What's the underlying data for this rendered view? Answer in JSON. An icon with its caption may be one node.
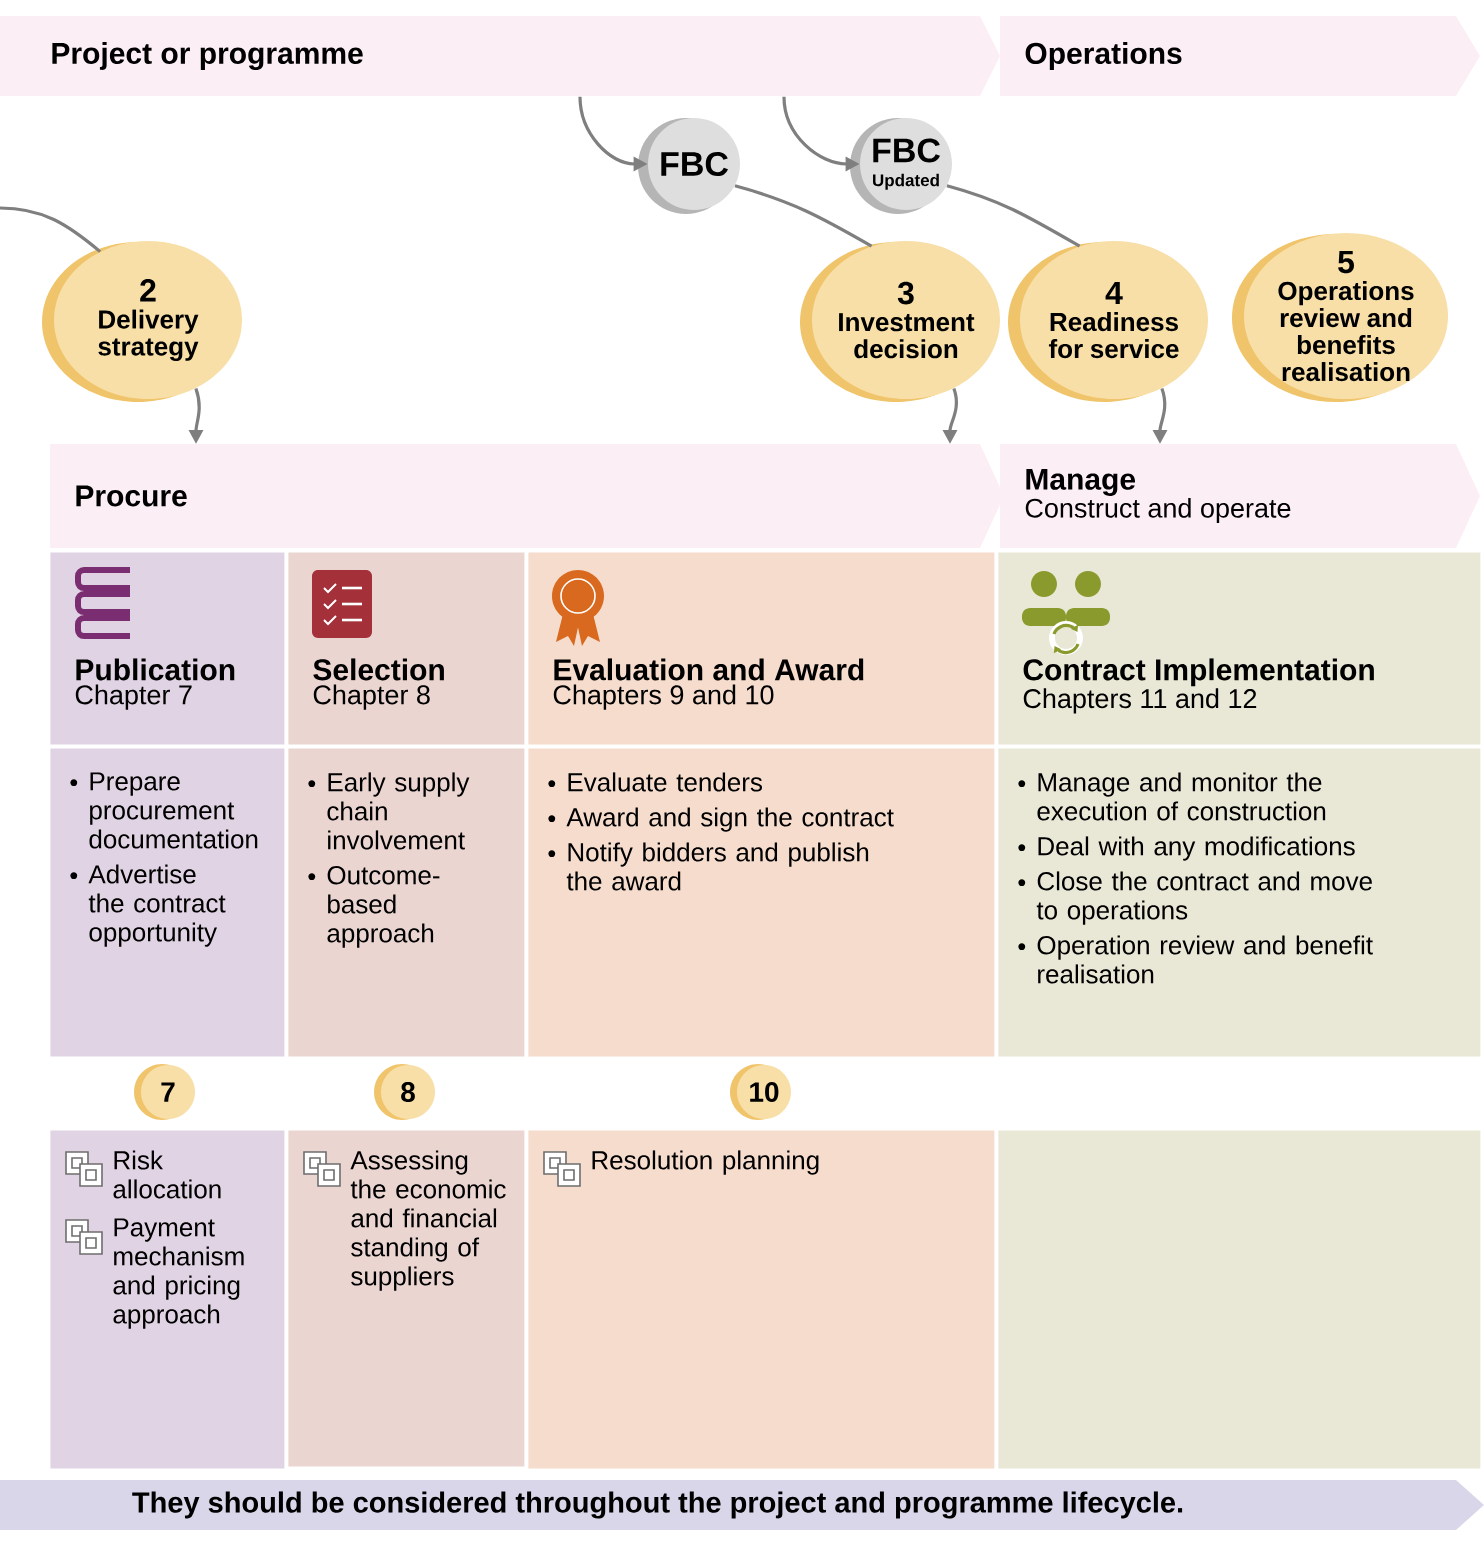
{
  "diagram": {
    "nodes": [
      {
        "text": [
          "Project or programme"
        ]
      },
      {
        "text": [
          "Operations"
        ]
      },
      {
        "text": [
          "FBC"
        ]
      },
      {
        "text": [
          "FBC",
          "Updated"
        ]
      },
      {
        "text": [
          "2",
          "Delivery strategy"
        ]
      },
      {
        "text": [
          "3",
          "Investment decision"
        ]
      },
      {
        "text": [
          "4",
          "Readiness for service"
        ]
      },
      {
        "text": [
          "5",
          "Operations review and benefits realisation"
        ]
      },
      {
        "text": [
          "Procure"
        ]
      },
      {
        "text": [
          "Manage",
          "Construct and operate"
        ]
      },
      {
        "text": [
          "Publication",
          "Chapter 7"
        ]
      },
      {
        "text": [
          "Selection",
          "Chapter 8"
        ]
      },
      {
        "text": [
          "Evaluation and Award",
          "Chapters 9 and 10"
        ]
      },
      {
        "text": [
          "Contract Implementation",
          "Chapters 11 and 12"
        ]
      },
      {
        "text": [
          "Prepare procurement documentation",
          "Advertise the contract opportunity"
        ]
      },
      {
        "text": [
          "Early supply chain involvement",
          "Outcome-based approach"
        ]
      },
      {
        "text": [
          "Evaluate tenders",
          "Award and sign the contract",
          "Notify bidders and publish the award"
        ]
      },
      {
        "text": [
          "Manage and monitor the execution of construction",
          "Deal with any modifications",
          "Close the contract and move to operations",
          "Operation review and benefit realisation"
        ]
      },
      {
        "text": [
          "7"
        ]
      },
      {
        "text": [
          "8"
        ]
      },
      {
        "text": [
          "10"
        ]
      },
      {
        "text": [
          "Risk allocation",
          "Payment mechanism and pricing approach"
        ]
      },
      {
        "text": [
          "Assessing the economic and financial standing of suppliers"
        ]
      },
      {
        "text": [
          "Resolution planning"
        ]
      },
      {
        "text": [],
        "shape": "box"
      },
      {
        "text": [
          "They should be considered throughout the project and programme lifecycle."
        ]
      }
    ],
    "edges": [
      {
        "from": 0,
        "to": 2,
        "arrow": "to"
      },
      {
        "from": 0,
        "to": 3,
        "arrow": "to"
      },
      {
        "from": null,
        "to": 4,
        "arrow": "none"
      },
      {
        "from": 2,
        "to": 5,
        "arrow": "none"
      },
      {
        "from": 3,
        "to": 6,
        "arrow": "none"
      },
      {
        "from": 4,
        "to": 8,
        "arrow": "to"
      },
      {
        "from": 5,
        "to": 8,
        "arrow": "to"
      },
      {
        "from": 6,
        "to": 9,
        "arrow": "to"
      }
    ]
  }
}
